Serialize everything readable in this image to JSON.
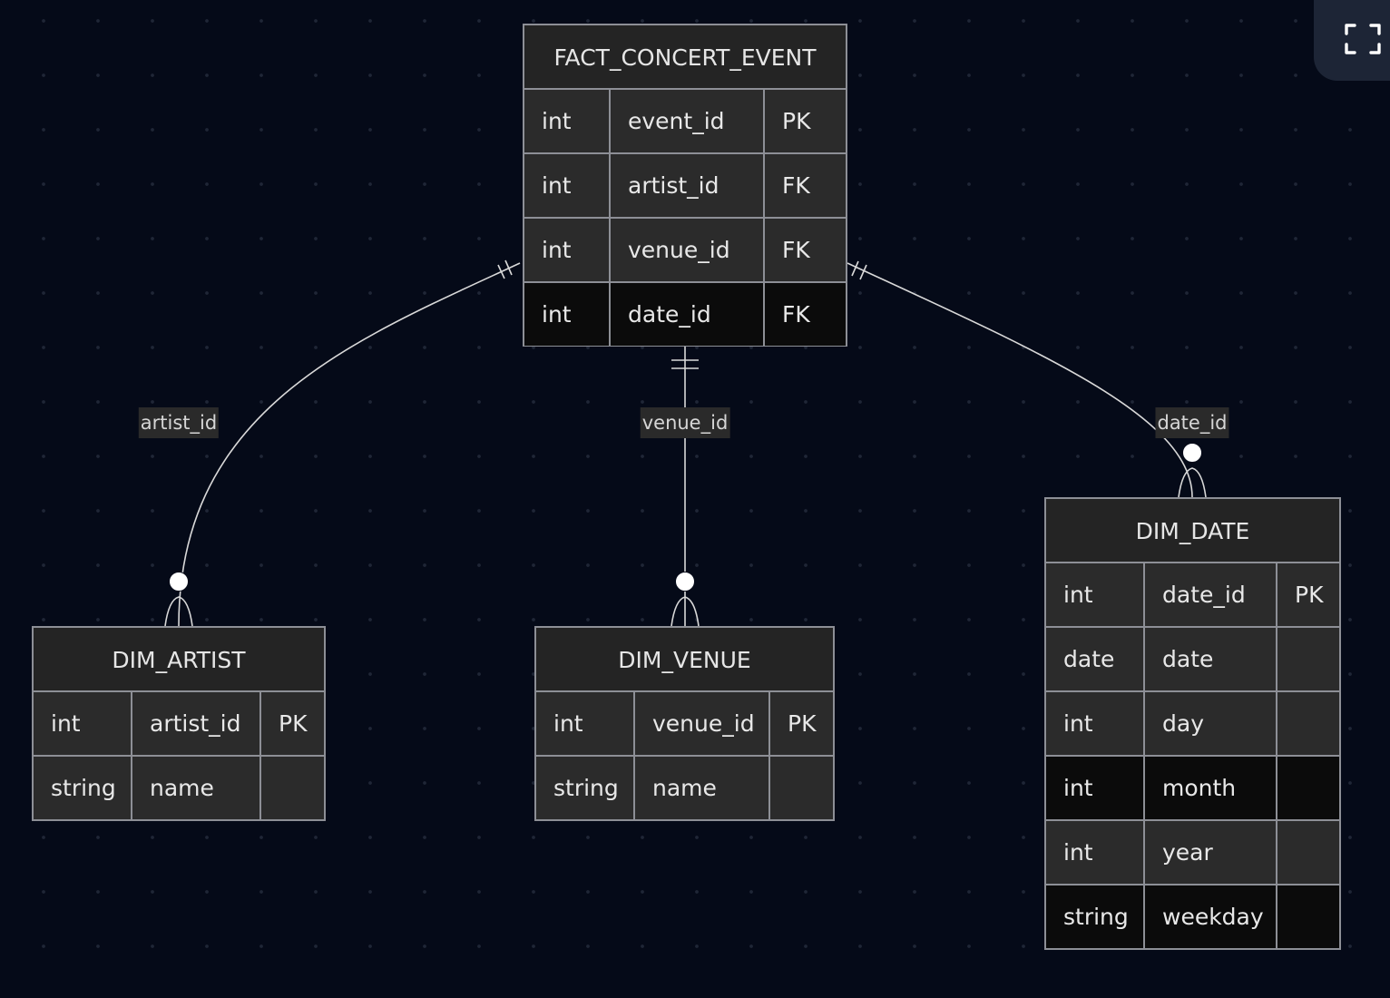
{
  "diagram": {
    "entities": [
      {
        "id": "fact_concert_event",
        "name": "FACT_CONCERT_EVENT",
        "attributes": [
          {
            "type": "int",
            "name": "event_id",
            "key": "PK"
          },
          {
            "type": "int",
            "name": "artist_id",
            "key": "FK"
          },
          {
            "type": "int",
            "name": "venue_id",
            "key": "FK"
          },
          {
            "type": "int",
            "name": "date_id",
            "key": "FK"
          }
        ]
      },
      {
        "id": "dim_artist",
        "name": "DIM_ARTIST",
        "attributes": [
          {
            "type": "int",
            "name": "artist_id",
            "key": "PK"
          },
          {
            "type": "string",
            "name": "name",
            "key": ""
          }
        ]
      },
      {
        "id": "dim_venue",
        "name": "DIM_VENUE",
        "attributes": [
          {
            "type": "int",
            "name": "venue_id",
            "key": "PK"
          },
          {
            "type": "string",
            "name": "name",
            "key": ""
          }
        ]
      },
      {
        "id": "dim_date",
        "name": "DIM_DATE",
        "attributes": [
          {
            "type": "int",
            "name": "date_id",
            "key": "PK"
          },
          {
            "type": "date",
            "name": "date",
            "key": ""
          },
          {
            "type": "int",
            "name": "day",
            "key": ""
          },
          {
            "type": "int",
            "name": "month",
            "key": ""
          },
          {
            "type": "int",
            "name": "year",
            "key": ""
          },
          {
            "type": "string",
            "name": "weekday",
            "key": ""
          }
        ]
      }
    ],
    "relationships": [
      {
        "from": "fact_concert_event",
        "to": "dim_artist",
        "label": "artist_id",
        "from_cardinality": "exactly-one",
        "to_cardinality": "zero-or-many"
      },
      {
        "from": "fact_concert_event",
        "to": "dim_venue",
        "label": "venue_id",
        "from_cardinality": "exactly-one",
        "to_cardinality": "zero-or-many"
      },
      {
        "from": "fact_concert_event",
        "to": "dim_date",
        "label": "date_id",
        "from_cardinality": "exactly-one",
        "to_cardinality": "zero-or-many"
      }
    ]
  },
  "toolbar": {
    "fullscreen_icon": "fullscreen-icon"
  },
  "colors": {
    "background": "#050a18",
    "entity_border": "#8d8f96",
    "edge": "#d9d9d9"
  }
}
